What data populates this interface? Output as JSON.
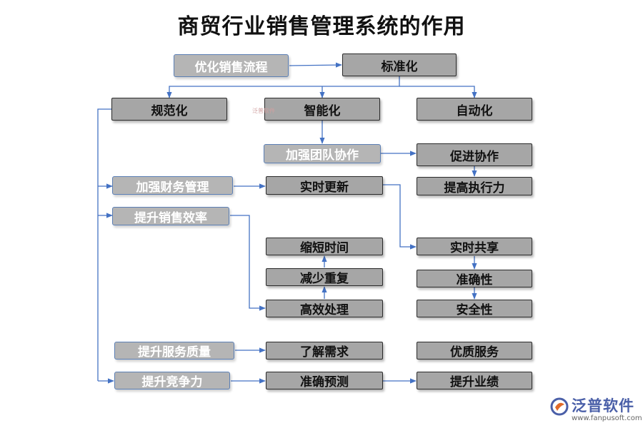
{
  "title": "商贸行业销售管理系统的作用",
  "nodes": {
    "optimize_flow": "优化销售流程",
    "standardization": "标准化",
    "normalization": "规范化",
    "intelligence": "智能化",
    "automation": "自动化",
    "team_collab": "加强团队协作",
    "promote_collab": "促进协作",
    "execution": "提高执行力",
    "finance_mgmt": "加强财务管理",
    "realtime_update": "实时更新",
    "sales_efficiency": "提升销售效率",
    "shorten_time": "缩短时间",
    "reduce_repeat": "减少重复",
    "efficient_processing": "高效处理",
    "realtime_share": "实时共享",
    "accuracy": "准确性",
    "security": "安全性",
    "service_quality": "提升服务质量",
    "understand_needs": "了解需求",
    "quality_service": "优质服务",
    "competitiveness": "提升竞争力",
    "accurate_forecast": "准确预测",
    "performance": "提升业绩"
  },
  "logo": {
    "name": "泛普软件",
    "url": "www.fanpusoft.com",
    "watermark": "泛普软件"
  },
  "colors": {
    "box_fill": "#a6a6a6",
    "light_box_fill": "#b5b5b5",
    "arrow": "#4472c4",
    "brand": "#4a5fa8"
  }
}
